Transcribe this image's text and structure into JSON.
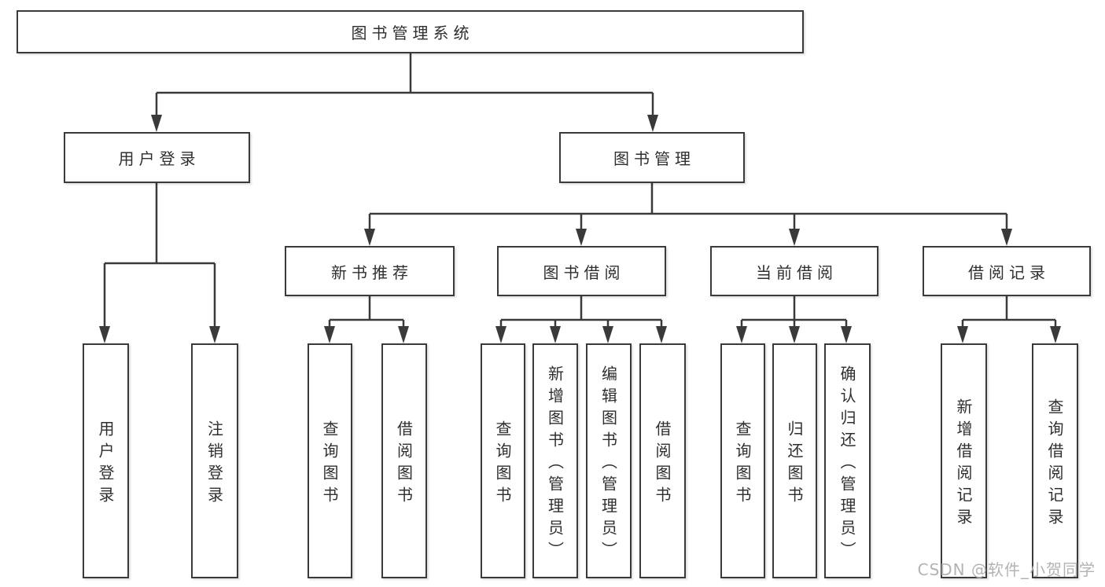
{
  "tree": {
    "root": {
      "label": "图书管理系统"
    },
    "branches": [
      {
        "label": "用户登录",
        "children": [
          "用户登录",
          "注销登录"
        ]
      },
      {
        "label": "图书管理",
        "children": [
          {
            "label": "新书推荐",
            "children": [
              "查询图书",
              "借阅图书"
            ]
          },
          {
            "label": "图书借阅",
            "children": [
              "查询图书",
              "新增图书（管理员）",
              "编辑图书（管理员）",
              "借阅图书"
            ]
          },
          {
            "label": "当前借阅",
            "children": [
              "查询图书",
              "归还图书",
              "确认归还（管理员）"
            ]
          },
          {
            "label": "借阅记录",
            "children": [
              "新增借阅记录",
              "查询借阅记录"
            ]
          }
        ]
      }
    ]
  },
  "watermark": {
    "text": "CSDN @软件_小贺同学"
  },
  "colors": {
    "line": "#3a3a3a",
    "text": "#2f2f2f",
    "watermark": "#b3b3b3",
    "bg": "#ffffff"
  }
}
